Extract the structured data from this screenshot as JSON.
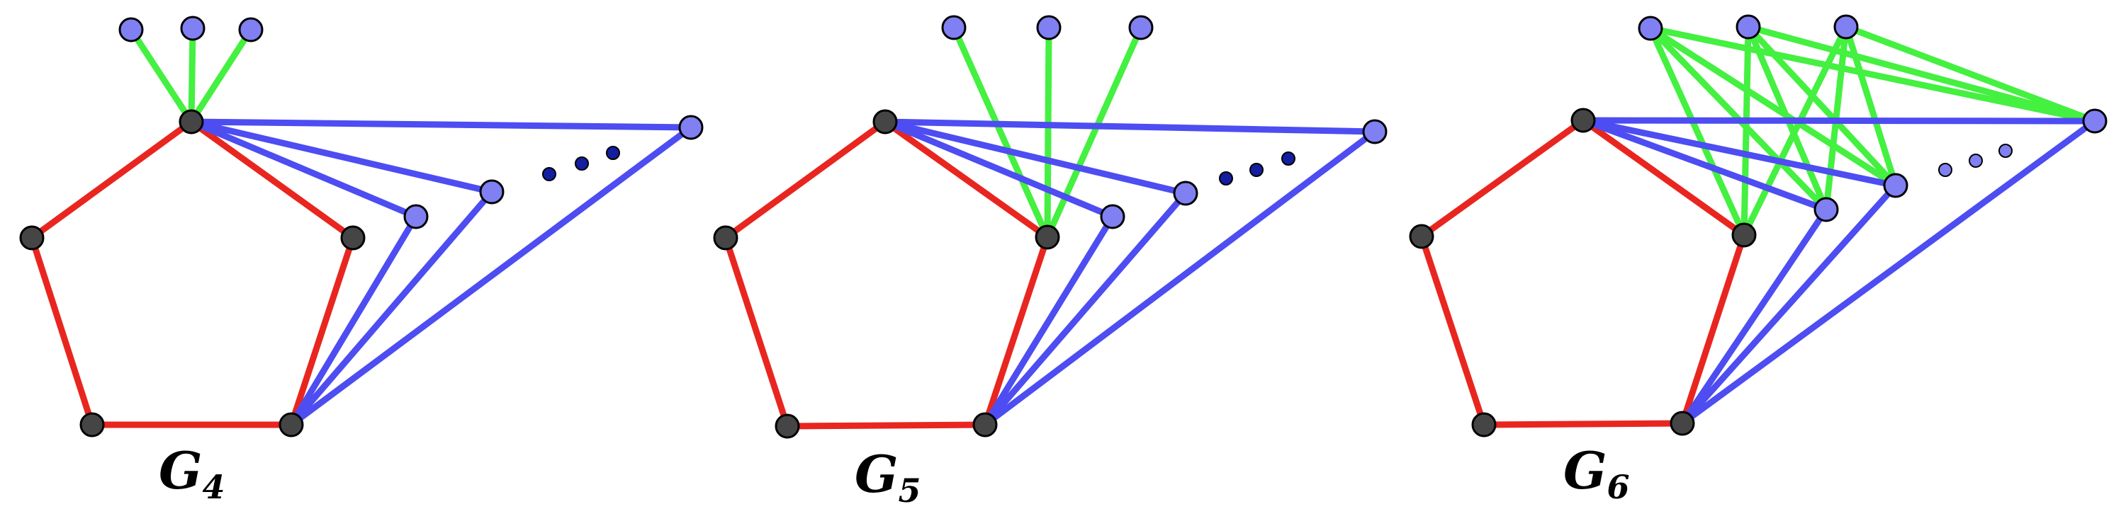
{
  "colors": {
    "red_edge": "#e8261f",
    "blue_edge": "#4d4df2",
    "green_edge": "#44f040",
    "dark_vertex": "#454545",
    "light_vertex": "#8080f2",
    "dot": "#141ea0",
    "outline": "#000000"
  },
  "diagrams": [
    {
      "name": "G",
      "subscript": "4"
    },
    {
      "name": "G",
      "subscript": "5"
    },
    {
      "name": "G",
      "subscript": "6"
    }
  ]
}
